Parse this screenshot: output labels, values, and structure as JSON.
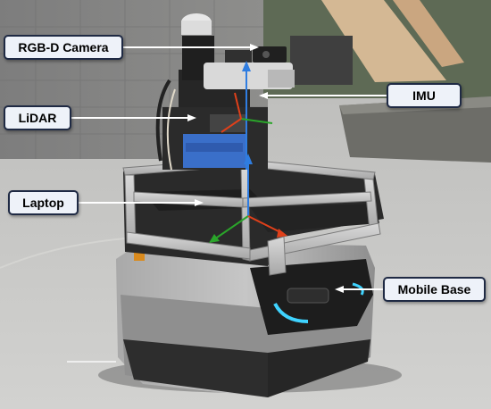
{
  "photo": {
    "subject": "mobile-robot-platform",
    "callouts": {
      "rgbd_camera": "RGB-D Camera",
      "imu": "IMU",
      "lidar": "LiDAR",
      "laptop": "Laptop",
      "mobile_base": "Mobile Base"
    }
  },
  "colors": {
    "callout_fill": "#eef2f9",
    "callout_border": "#1f2a44",
    "pointer_line": "#ffffff",
    "axis_x": "#e0401a",
    "axis_y": "#2aa52a",
    "axis_z": "#2f7de1",
    "led_glow": "#3fd3ff"
  }
}
